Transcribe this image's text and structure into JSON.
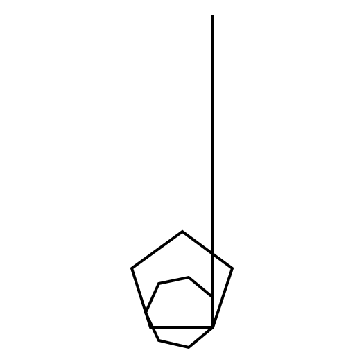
{
  "figure": {
    "description": "",
    "stroke_color": "#000000",
    "background_color": "#ffffff",
    "shapes": [
      {
        "kind": "line",
        "name": "vertical-line"
      },
      {
        "kind": "polygon",
        "name": "pentagon",
        "sides": 5
      },
      {
        "kind": "polygon",
        "name": "heptagon",
        "sides": 7
      }
    ]
  }
}
